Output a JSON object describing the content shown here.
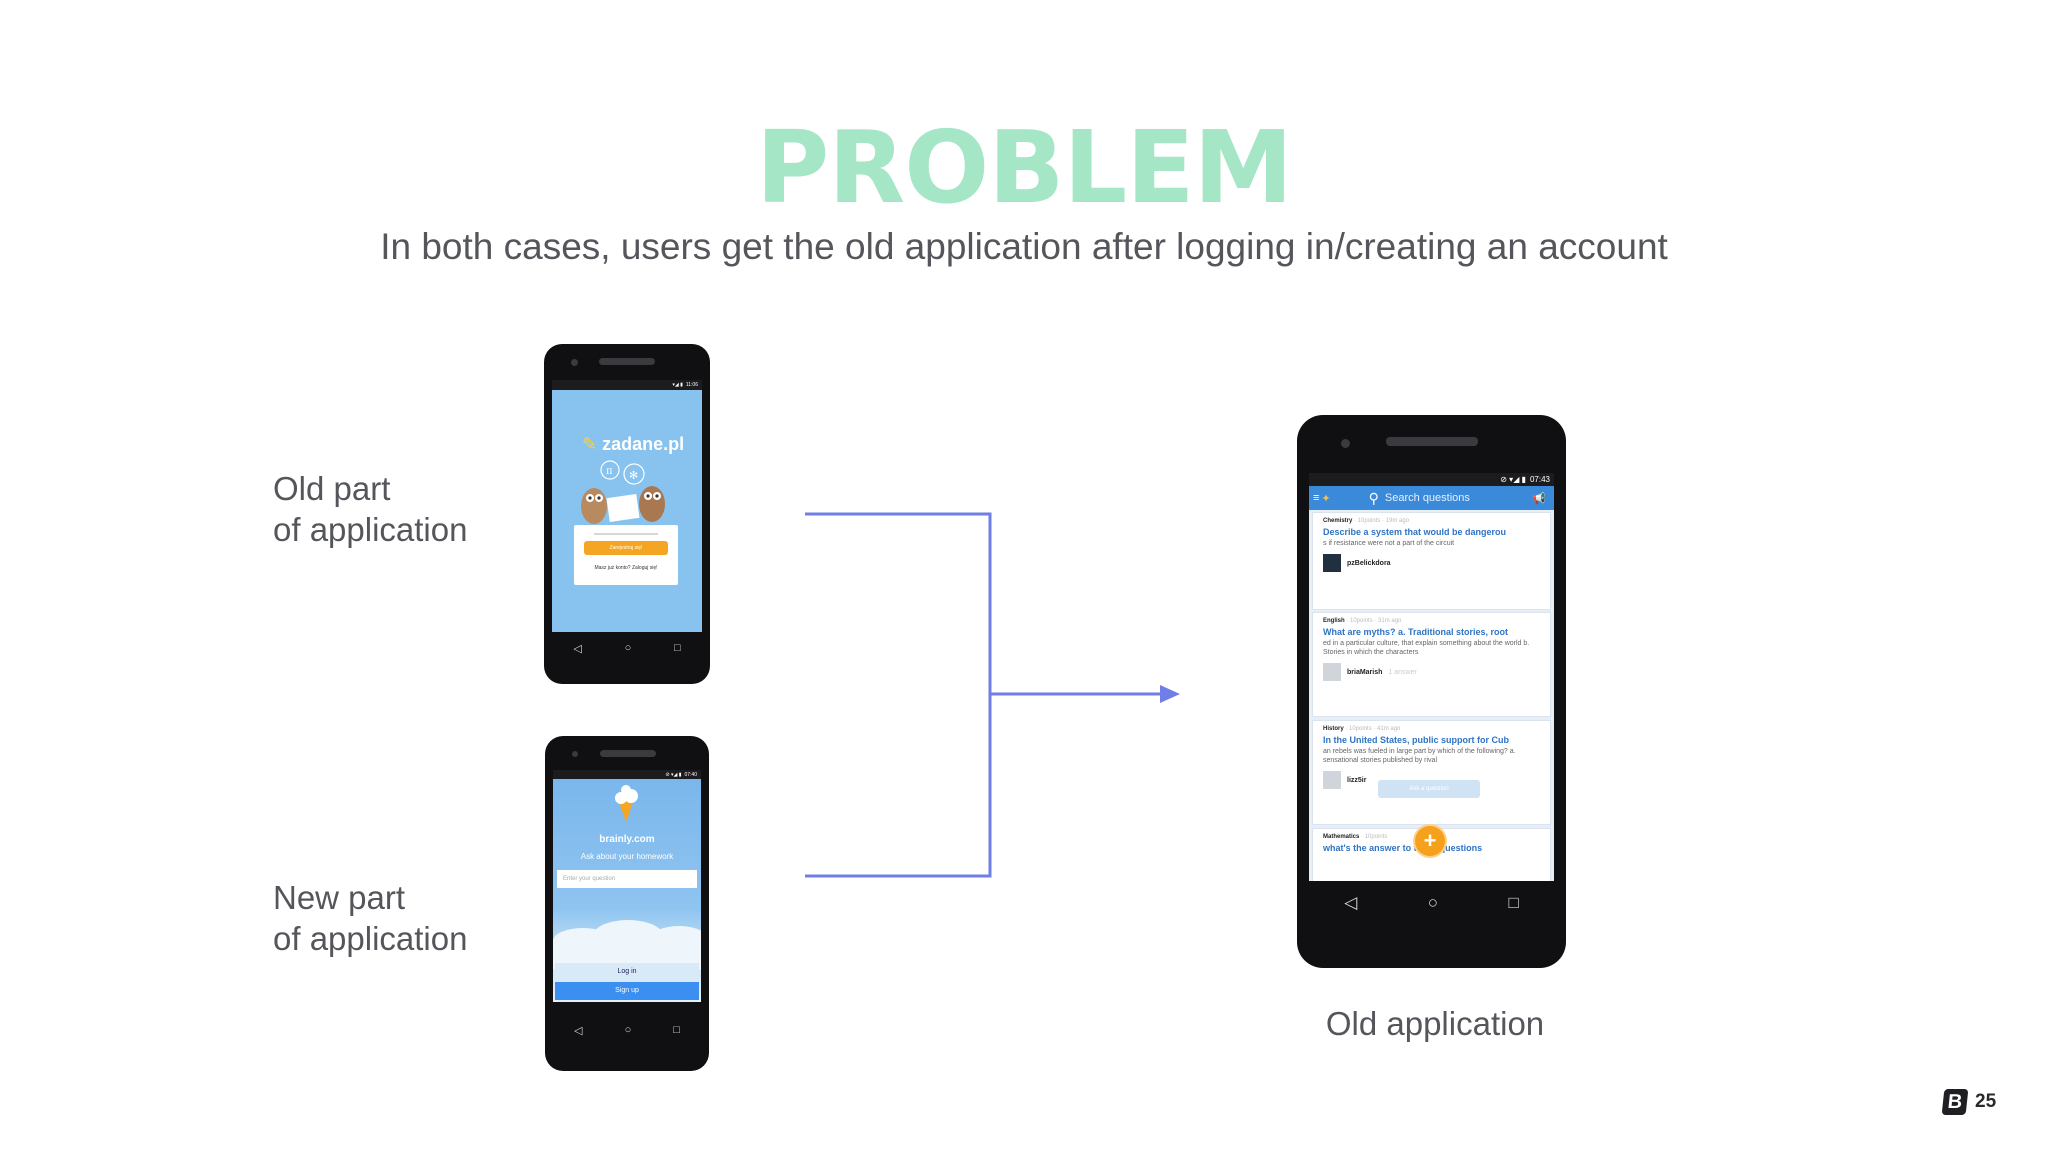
{
  "slide": {
    "title": "PROBLEM",
    "subtitle": "In both cases, users get the old application after logging in/creating an account",
    "page_number": "25",
    "logo_letter": "B"
  },
  "labels": {
    "old_part_line1": "Old part",
    "old_part_line2": "of application",
    "new_part_line1": "New part",
    "new_part_line2": "of application",
    "old_application": "Old application"
  },
  "colors": {
    "title": "#a4e6c6",
    "connector": "#6f7fe6",
    "text": "#55565b"
  },
  "phone_old_part": {
    "status_time": "11:06",
    "logo_text": "zadane.pl",
    "button_label": "Zarejestruj się!",
    "footer_text": "Masz już konto? Zaloguj się!"
  },
  "phone_new_part": {
    "status_time": "07:40",
    "brand": "brainly.com",
    "tagline": "Ask about your homework",
    "input_placeholder": "Enter your question",
    "login_label": "Log in",
    "signup_label": "Sign up"
  },
  "phone_old_app": {
    "status_time": "07:43",
    "search_placeholder": "Search questions",
    "questions": [
      {
        "subject": "Chemistry",
        "meta": "· 10points · 19m ago",
        "title": "Describe a system that would be dangerou",
        "body": "s if resistance were not a part of the circuit",
        "user": "pzBelickdora",
        "answers": ""
      },
      {
        "subject": "English",
        "meta": "· 10points · 31m ago",
        "title": "What are myths? a. Traditional stories, root",
        "body": "ed in a particular culture, that explain something about the world b. Stories in which the characters",
        "user": "briaMarish",
        "answers": "1 answer"
      },
      {
        "subject": "History",
        "meta": "· 10points · 41m ago",
        "title": "In the United States, public support for Cub",
        "body": "an rebels was fueled in large part by which of the following? a. sensational stories published by rival",
        "user": "lizz5ir",
        "answers": ""
      },
      {
        "subject": "Mathematics",
        "meta": "· 10points",
        "title": "what's the answer to these questions",
        "body": "",
        "user": "",
        "answers": ""
      }
    ],
    "tooltip": "Ask a question",
    "fab_icon": "+"
  },
  "nav_glyphs": {
    "back": "◁",
    "home": "○",
    "recents": "□"
  }
}
